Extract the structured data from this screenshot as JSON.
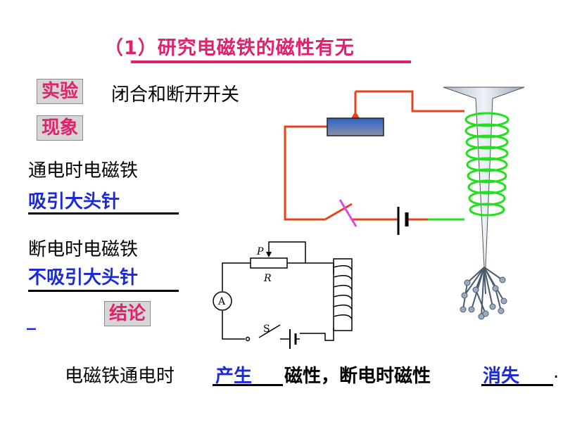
{
  "title": "（1）研究电磁铁的磁性有无",
  "experiment": {
    "tag": "实验",
    "text": "闭合和断开开关"
  },
  "phenomenon": {
    "tag": "现象",
    "on_label": "通电时电磁铁",
    "on_answer": "吸引大头针",
    "off_label": "断电时电磁铁",
    "off_answer": "不吸引大头针",
    "stray_mark": "_"
  },
  "conclusion": {
    "tag": "结论",
    "part1": "电磁铁通电时",
    "blank1": "产生",
    "part2": "磁性，断电时磁性",
    "blank2": "消失",
    "end": "."
  },
  "schematic": {
    "label_p": "P",
    "label_r": "R",
    "label_a": "A",
    "label_s": "S"
  },
  "colors": {
    "accent": "#e0216e",
    "answer": "#1a2bd6",
    "wire": "#e8421e",
    "coil": "#22e01e"
  }
}
